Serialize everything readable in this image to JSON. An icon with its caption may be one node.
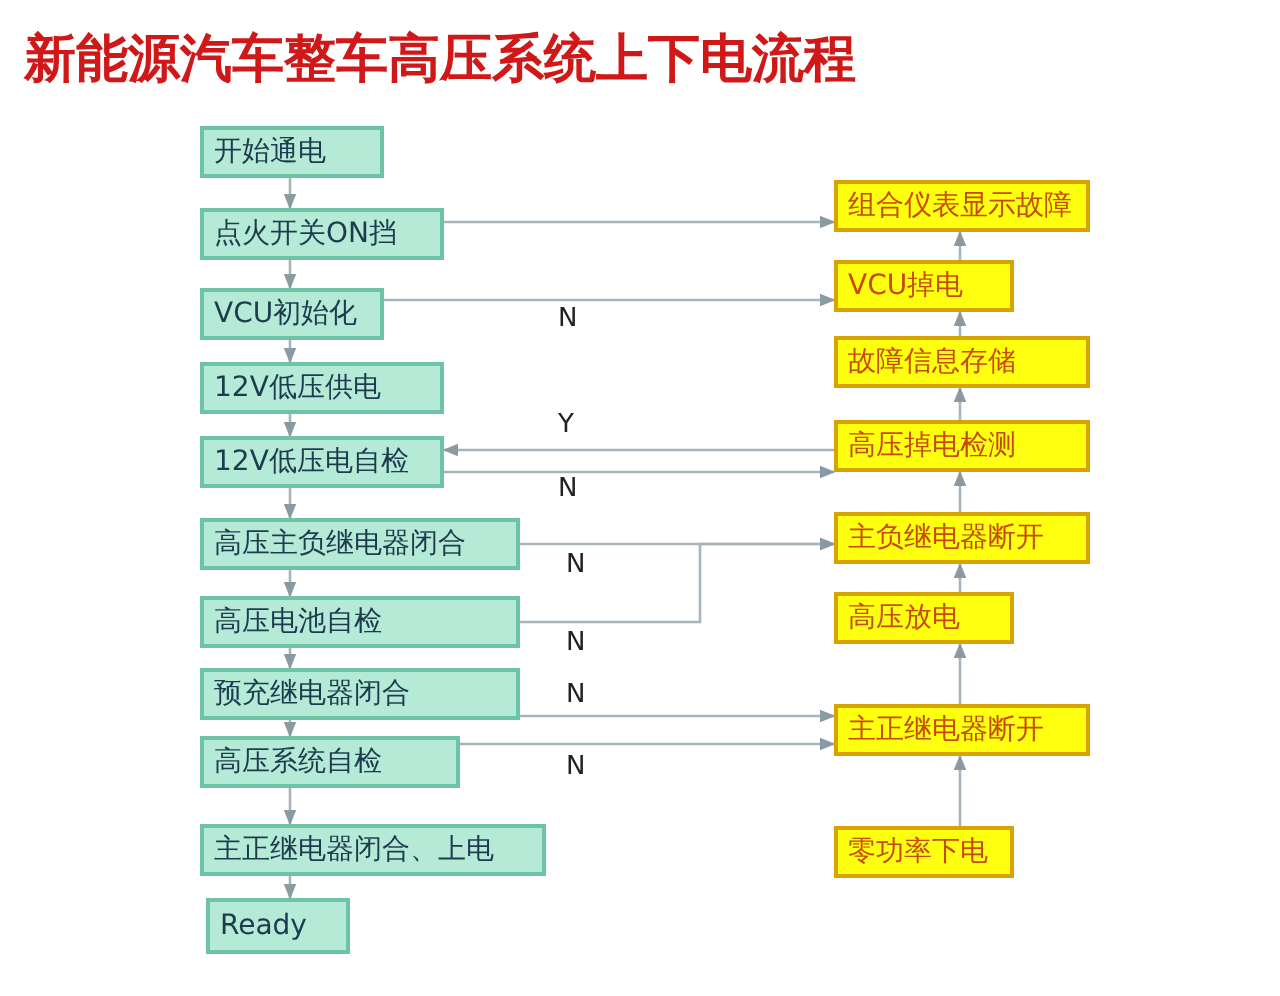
{
  "diagram": {
    "title": "新能源汽车整车高压系统上下电流程",
    "nodes": [
      {
        "text": [
          "开始通电"
        ]
      },
      {
        "text": [
          "点火开关ON挡"
        ]
      },
      {
        "text": [
          "VCU初始化"
        ]
      },
      {
        "text": [
          "12V低压供电"
        ]
      },
      {
        "text": [
          "12V低压电自检"
        ]
      },
      {
        "text": [
          "高压主负继电器闭合"
        ]
      },
      {
        "text": [
          "高压电池自检"
        ]
      },
      {
        "text": [
          "预充继电器闭合"
        ]
      },
      {
        "text": [
          "高压系统自检"
        ]
      },
      {
        "text": [
          "主正继电器闭合、上电"
        ]
      },
      {
        "text": [
          "Ready"
        ]
      },
      {
        "text": [
          "组合仪表显示故障"
        ]
      },
      {
        "text": [
          "VCU掉电"
        ]
      },
      {
        "text": [
          "故障信息存储"
        ]
      },
      {
        "text": [
          "高压掉电检测"
        ]
      },
      {
        "text": [
          "主负继电器断开"
        ]
      },
      {
        "text": [
          "高压放电"
        ]
      },
      {
        "text": [
          "主正继电器断开"
        ]
      },
      {
        "text": [
          "零功率下电"
        ]
      }
    ],
    "edges": [
      {
        "from": 0,
        "to": 1,
        "arrow": "to"
      },
      {
        "from": 1,
        "to": 2,
        "arrow": "to"
      },
      {
        "from": 2,
        "to": 3,
        "arrow": "to"
      },
      {
        "from": 3,
        "to": 4,
        "arrow": "to"
      },
      {
        "from": 4,
        "to": 5,
        "arrow": "to"
      },
      {
        "from": 5,
        "to": 6,
        "arrow": "to"
      },
      {
        "from": 6,
        "to": 7,
        "arrow": "to"
      },
      {
        "from": 7,
        "to": 8,
        "arrow": "to"
      },
      {
        "from": 8,
        "to": 9,
        "arrow": "to"
      },
      {
        "from": 9,
        "to": 10,
        "arrow": "to"
      },
      {
        "from": 1,
        "to": 11,
        "arrow": "to"
      },
      {
        "from": 2,
        "to": 12,
        "arrow": "to",
        "label": "N"
      },
      {
        "from": 14,
        "to": 4,
        "arrow": "to",
        "label": "Y"
      },
      {
        "from": 4,
        "to": 14,
        "arrow": "to",
        "label": "N"
      },
      {
        "from": 5,
        "to": 15,
        "arrow": "to",
        "label": "N"
      },
      {
        "from": 6,
        "to": 15,
        "arrow": "to",
        "label": "N"
      },
      {
        "from": 7,
        "to": 17,
        "arrow": "to",
        "label": "N"
      },
      {
        "from": 8,
        "to": 17,
        "arrow": "to",
        "label": "N"
      },
      {
        "from": 18,
        "to": 17,
        "arrow": "to"
      },
      {
        "from": 17,
        "to": 16,
        "arrow": "to"
      },
      {
        "from": 16,
        "to": 15,
        "arrow": "to"
      },
      {
        "from": 15,
        "to": 14,
        "arrow": "to"
      },
      {
        "from": 14,
        "to": 13,
        "arrow": "to"
      },
      {
        "from": 13,
        "to": 12,
        "arrow": "to"
      },
      {
        "from": 12,
        "to": 11,
        "arrow": "to"
      }
    ]
  }
}
